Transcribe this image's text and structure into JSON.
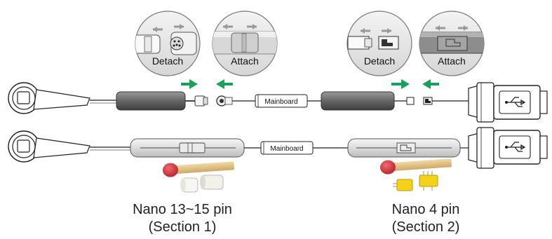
{
  "callouts": {
    "nano13_detach": "Detach",
    "nano13_attach": "Attach",
    "nano4_detach": "Detach",
    "nano4_attach": "Attach"
  },
  "cables": {
    "top_board_label": "Mainboard",
    "bottom_board_label": "Mainboard"
  },
  "sections": [
    {
      "name": "Nano 13~15 pin",
      "sub": "(Section 1)"
    },
    {
      "name": "Nano 4 pin",
      "sub": "(Section 2)"
    }
  ],
  "colors": {
    "arrow": "#1aa05a",
    "sleeve_dark": "#707070",
    "sleeve_clear": "#e8e8e8",
    "match_head": "#d9363e",
    "match_stick": "#e7c98b",
    "connector_yellow": "#f2d21a"
  },
  "icons": [
    "usb-icon",
    "button-icon",
    "arrow-icon",
    "matchstick-icon"
  ]
}
